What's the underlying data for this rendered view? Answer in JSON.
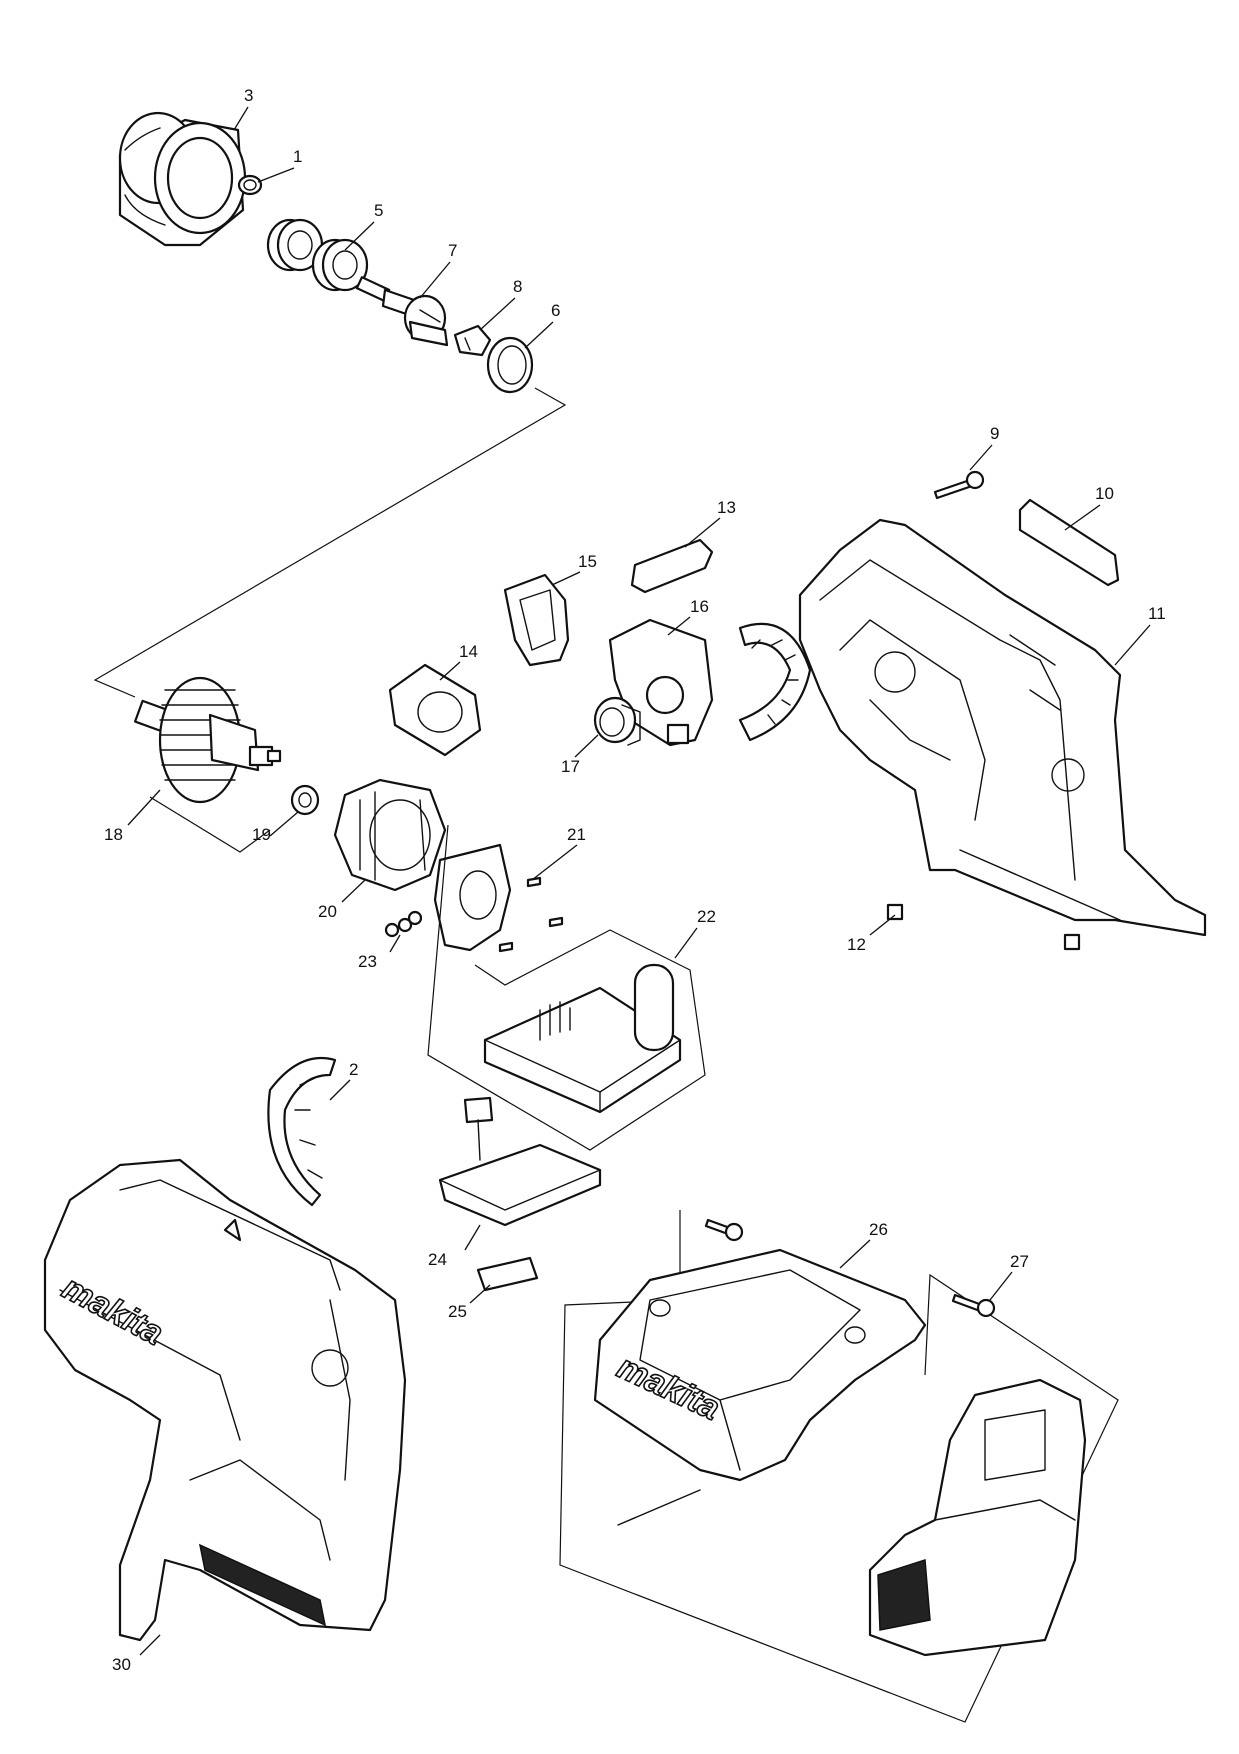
{
  "callouts": {
    "c1": "1",
    "c2": "2",
    "c3": "3",
    "c5": "5",
    "c6": "6",
    "c7": "7",
    "c8": "8",
    "c9": "9",
    "c10": "10",
    "c11": "11",
    "c12": "12",
    "c13": "13",
    "c14": "14",
    "c15": "15",
    "c16": "16",
    "c17": "17",
    "c18": "18",
    "c19": "19",
    "c20": "20",
    "c21": "21",
    "c22": "22",
    "c23": "23",
    "c24": "24",
    "c25": "25",
    "c26": "26",
    "c27": "27",
    "c30": "30"
  },
  "branding": {
    "housing_logo": "makita",
    "cover_logo": "makita"
  },
  "icons": [
    "exploded-parts-diagram"
  ]
}
